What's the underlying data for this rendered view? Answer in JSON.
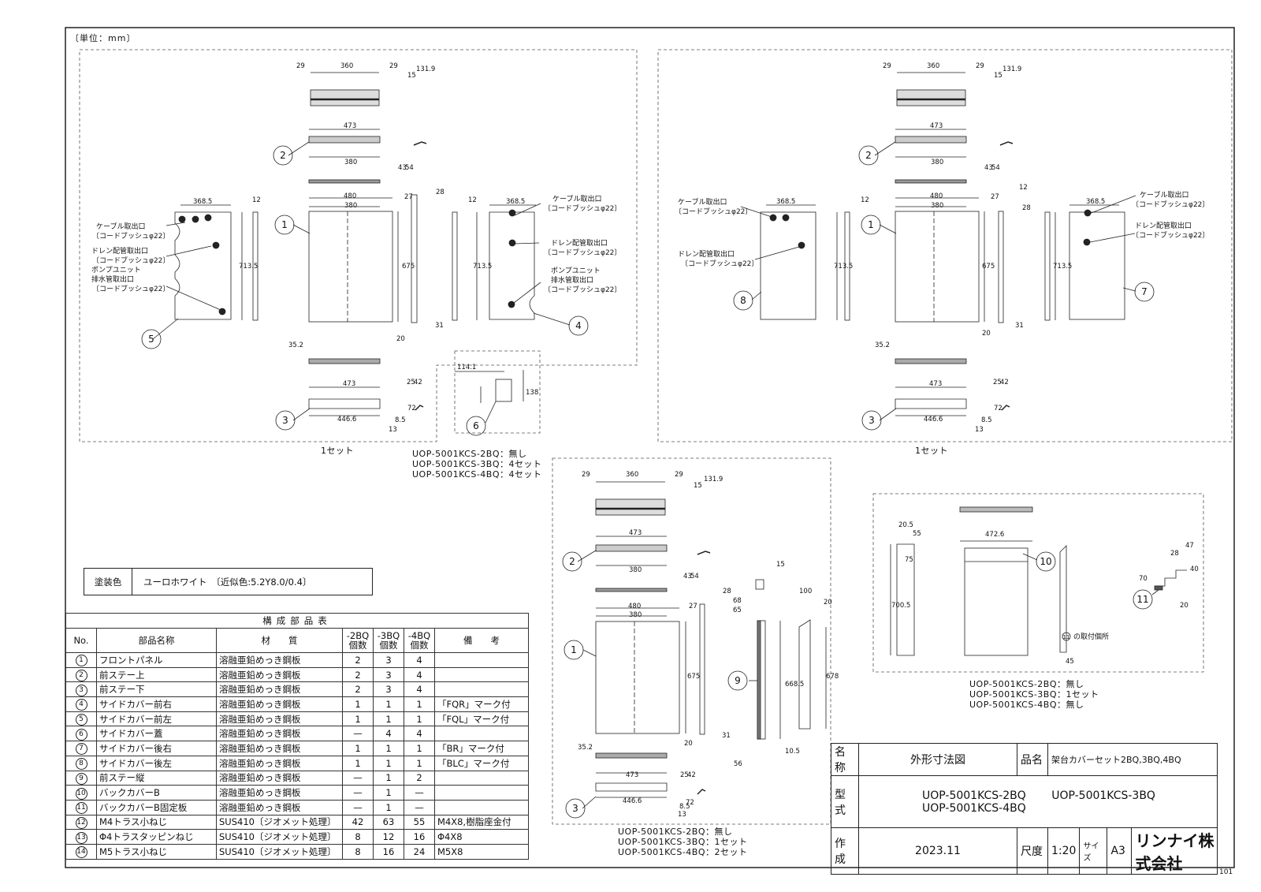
{
  "unit_note": "〔単位：mm〕",
  "page_code": "101",
  "paint": {
    "label": "塗装色",
    "value": "ユーロホワイト　〔近似色:5.2Y8.0/0.4〕"
  },
  "parts_table": {
    "caption": "構成部品表",
    "headers": {
      "no": "No.",
      "name": "部品名称",
      "material": "材　　質",
      "q2": "-2BQ\n個数",
      "q3": "-3BQ\n個数",
      "q4": "-4BQ\n個数",
      "remark": "備　　考"
    },
    "rows": [
      {
        "no": "1",
        "name": "フロントパネル",
        "material": "溶融亜鉛めっき鋼板",
        "q2": "2",
        "q3": "3",
        "q4": "4",
        "remark": ""
      },
      {
        "no": "2",
        "name": "前ステー上",
        "material": "溶融亜鉛めっき鋼板",
        "q2": "2",
        "q3": "3",
        "q4": "4",
        "remark": ""
      },
      {
        "no": "3",
        "name": "前ステー下",
        "material": "溶融亜鉛めっき鋼板",
        "q2": "2",
        "q3": "3",
        "q4": "4",
        "remark": ""
      },
      {
        "no": "4",
        "name": "サイドカバー前右",
        "material": "溶融亜鉛めっき鋼板",
        "q2": "1",
        "q3": "1",
        "q4": "1",
        "remark": "「FQR」マーク付"
      },
      {
        "no": "5",
        "name": "サイドカバー前左",
        "material": "溶融亜鉛めっき鋼板",
        "q2": "1",
        "q3": "1",
        "q4": "1",
        "remark": "「FQL」マーク付"
      },
      {
        "no": "6",
        "name": "サイドカバー蓋",
        "material": "溶融亜鉛めっき鋼板",
        "q2": "—",
        "q3": "4",
        "q4": "4",
        "remark": ""
      },
      {
        "no": "7",
        "name": "サイドカバー後右",
        "material": "溶融亜鉛めっき鋼板",
        "q2": "1",
        "q3": "1",
        "q4": "1",
        "remark": "「BR」マーク付"
      },
      {
        "no": "8",
        "name": "サイドカバー後左",
        "material": "溶融亜鉛めっき鋼板",
        "q2": "1",
        "q3": "1",
        "q4": "1",
        "remark": "「BLC」マーク付"
      },
      {
        "no": "9",
        "name": "前ステー縦",
        "material": "溶融亜鉛めっき鋼板",
        "q2": "—",
        "q3": "1",
        "q4": "2",
        "remark": ""
      },
      {
        "no": "10",
        "name": "バックカバーB",
        "material": "溶融亜鉛めっき鋼板",
        "q2": "—",
        "q3": "1",
        "q4": "—",
        "remark": ""
      },
      {
        "no": "11",
        "name": "バックカバーB固定板",
        "material": "溶融亜鉛めっき鋼板",
        "q2": "—",
        "q3": "1",
        "q4": "—",
        "remark": ""
      },
      {
        "no": "12",
        "name": "M4トラス小ねじ",
        "material": "SUS410〔ジオメット処理〕",
        "q2": "42",
        "q3": "63",
        "q4": "55",
        "remark": "M4X8,樹脂座金付"
      },
      {
        "no": "13",
        "name": "Φ4トラスタッピンねじ",
        "material": "SUS410〔ジオメット処理〕",
        "q2": "8",
        "q3": "12",
        "q4": "16",
        "remark": "Φ4X8"
      },
      {
        "no": "14",
        "name": "M5トラス小ねじ",
        "material": "SUS410〔ジオメット処理〕",
        "q2": "8",
        "q3": "16",
        "q4": "24",
        "remark": "M5X8"
      }
    ]
  },
  "title_block": {
    "name_label": "名称",
    "name_value": "外形寸法図",
    "product_label": "品名",
    "product_value": "架台カバーセット2BQ,3BQ,4BQ",
    "model_label": "型式",
    "model_1": "UOP-5001KCS-2BQ",
    "model_2": "UOP-5001KCS-3BQ",
    "model_3": "UOP-5001KCS-4BQ",
    "made_label": "作成",
    "made_value": "2023.11",
    "scale_label": "尺度",
    "scale_value": "1:20",
    "size_label": "サイズ",
    "size_value": "A3",
    "company": "リンナイ株式会社"
  },
  "captions": {
    "set_left": "1セット",
    "set_right": "1セット",
    "cover_lid_qty": "UOP-5001KCS-2BQ：無し\nUOP-5001KCS-3BQ：4セット\nUOP-5001KCS-4BQ：4セット",
    "middle_qty": "UOP-5001KCS-2BQ：無し\nUOP-5001KCS-3BQ：1セット\nUOP-5001KCS-4BQ：2セット",
    "back_qty": "UOP-5001KCS-2BQ：無し\nUOP-5001KCS-3BQ：1セット\nUOP-5001KCS-4BQ：無し"
  },
  "annotations": {
    "cable": "ケーブル取出口",
    "drain": "ドレン配管取出口",
    "pump": "ポンプユニット",
    "pump_drain": "排水管取出口",
    "bush": "〔コードブッシュφ22〕",
    "fix_position": "の取付個所"
  },
  "dims": {
    "d29": "29",
    "d360": "360",
    "d15": "15",
    "d131_9": "131.9",
    "d473": "473",
    "d380": "380",
    "d43": "43",
    "d54": "54",
    "d480": "480",
    "d27": "27",
    "d28": "28",
    "d12": "12",
    "d368_5": "368.5",
    "d713_5": "713.5",
    "d675": "675",
    "d20": "20",
    "d31": "31",
    "d35_2": "35.2",
    "d25": "25",
    "d42": "42",
    "d72": "72",
    "d446_6": "446.6",
    "d13": "13",
    "d8_5": "8.5",
    "d114_1": "114.1",
    "d138": "138",
    "d100": "100",
    "d68": "68",
    "d65": "65",
    "d668_5": "668.5",
    "d678": "678",
    "d10_5": "10.5",
    "d56": "56",
    "d20_5": "20.5",
    "d55": "55",
    "d75": "75",
    "d472_6": "472.6",
    "d700_5": "700.5",
    "d45": "45",
    "d47": "47",
    "d40": "40",
    "d70": "70"
  }
}
